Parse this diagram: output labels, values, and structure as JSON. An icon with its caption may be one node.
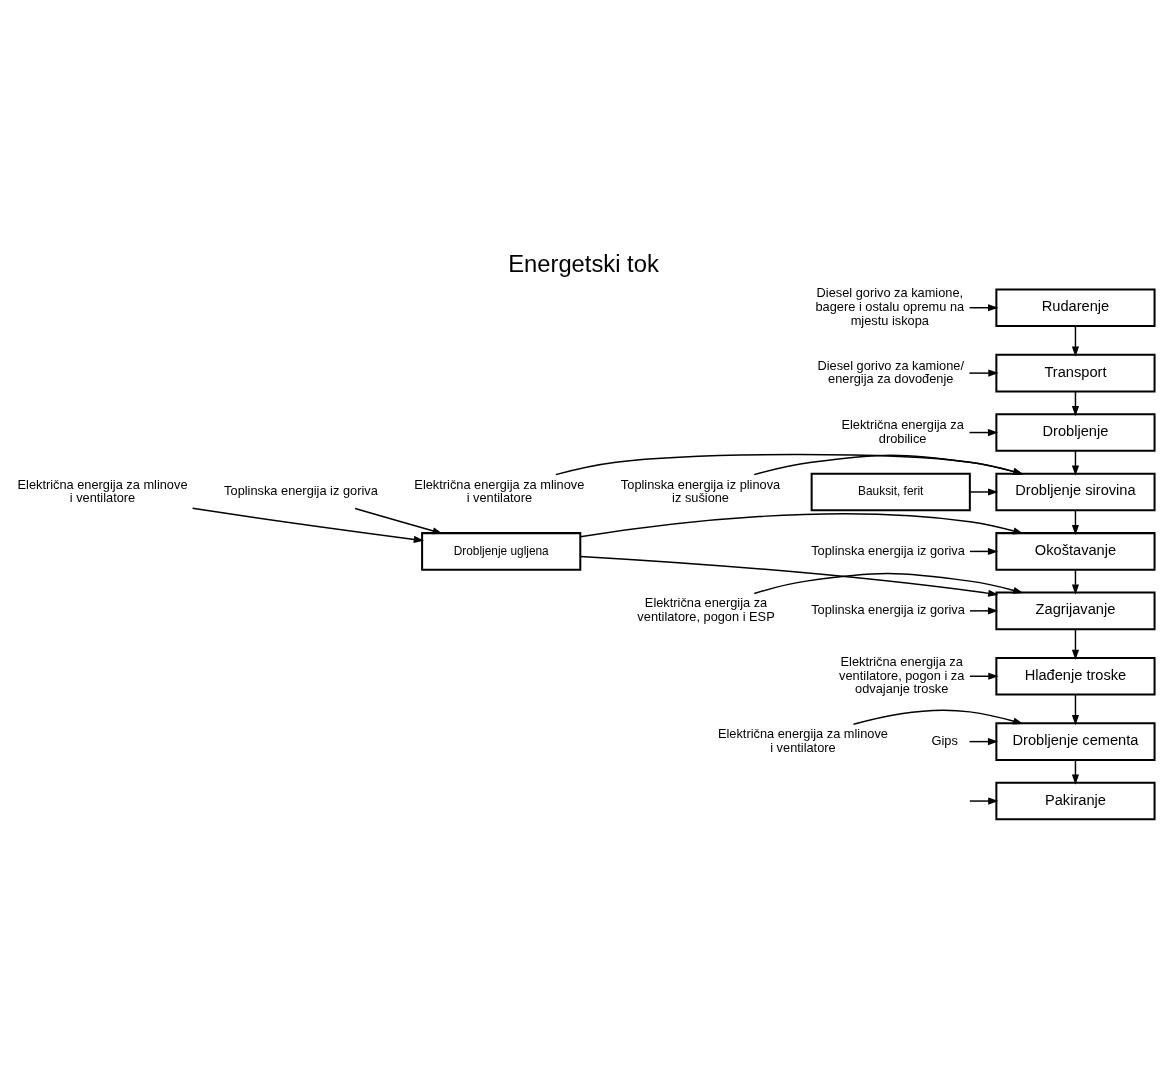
{
  "diagram": {
    "title": "Energetski tok",
    "nodes": [
      {
        "text": [
          "Rudarenje"
        ]
      },
      {
        "text": [
          "Transport"
        ]
      },
      {
        "text": [
          "Drobljenje"
        ]
      },
      {
        "text": [
          "Drobljenje sirovina"
        ]
      },
      {
        "text": [
          "Okoštavanje"
        ]
      },
      {
        "text": [
          "Zagrijavanje"
        ]
      },
      {
        "text": [
          "Hlađenje troske"
        ]
      },
      {
        "text": [
          "Drobljenje cementa"
        ]
      },
      {
        "text": [
          "Pakiranje"
        ]
      },
      {
        "text": [
          "Bauksit, ferit"
        ]
      },
      {
        "text": [
          "Drobljenje ugljena"
        ]
      },
      {
        "text": [
          "Diesel gorivo za kamione, bagere i ostalu opremu na mjestu iskopa"
        ]
      },
      {
        "text": [
          "Diesel gorivo za kamione/ energija za dovođenje"
        ]
      },
      {
        "text": [
          "Električna energija za drobilice"
        ]
      },
      {
        "text": [
          "Električna energija za mlinove i ventilatore"
        ]
      },
      {
        "text": [
          "Toplinska energija iz plinova iz sušione"
        ]
      },
      {
        "text": [
          "Toplinska energija iz goriva"
        ]
      },
      {
        "text": [
          "Električna energija za ventilatore, pogon i ESP"
        ]
      },
      {
        "text": [
          "Toplinska energija iz goriva"
        ]
      },
      {
        "text": [
          "Električna energija za ventilatore, pogon i za odvajanje troske"
        ]
      },
      {
        "text": [
          "Električna energija za mlinove i ventilatore"
        ]
      },
      {
        "text": [
          "Gips"
        ]
      },
      {
        "text": [
          "Električna energija za mlinove i ventilatore"
        ]
      },
      {
        "text": [
          "Toplinska energija iz goriva"
        ]
      }
    ],
    "edges": [
      {
        "from": 0,
        "to": 1,
        "arrow": "to"
      },
      {
        "from": 1,
        "to": 2,
        "arrow": "to"
      },
      {
        "from": 2,
        "to": 3,
        "arrow": "to"
      },
      {
        "from": 3,
        "to": 4,
        "arrow": "to"
      },
      {
        "from": 4,
        "to": 5,
        "arrow": "to"
      },
      {
        "from": 5,
        "to": 6,
        "arrow": "to"
      },
      {
        "from": 6,
        "to": 7,
        "arrow": "to"
      },
      {
        "from": 7,
        "to": 8,
        "arrow": "to"
      },
      {
        "from": 11,
        "to": 0,
        "arrow": "to"
      },
      {
        "from": 12,
        "to": 1,
        "arrow": "to"
      },
      {
        "from": 13,
        "to": 2,
        "arrow": "to"
      },
      {
        "from": 14,
        "to": 3,
        "arrow": "to"
      },
      {
        "from": 15,
        "to": 3,
        "arrow": "to"
      },
      {
        "from": 9,
        "to": 3,
        "arrow": "to"
      },
      {
        "from": 16,
        "to": 4,
        "arrow": "to"
      },
      {
        "from": 10,
        "to": 4,
        "arrow": "to"
      },
      {
        "from": 17,
        "to": 5,
        "arrow": "to"
      },
      {
        "from": 18,
        "to": 5,
        "arrow": "to"
      },
      {
        "from": 10,
        "to": 5,
        "arrow": "to"
      },
      {
        "from": 19,
        "to": 6,
        "arrow": "to"
      },
      {
        "from": 20,
        "to": 7,
        "arrow": "to"
      },
      {
        "from": 21,
        "to": 7,
        "arrow": "to"
      },
      {
        "from": 22,
        "to": 10,
        "arrow": "to"
      },
      {
        "from": 23,
        "to": 10,
        "arrow": "to"
      },
      {
        "from": null,
        "to": 8,
        "arrow": "to"
      }
    ]
  }
}
